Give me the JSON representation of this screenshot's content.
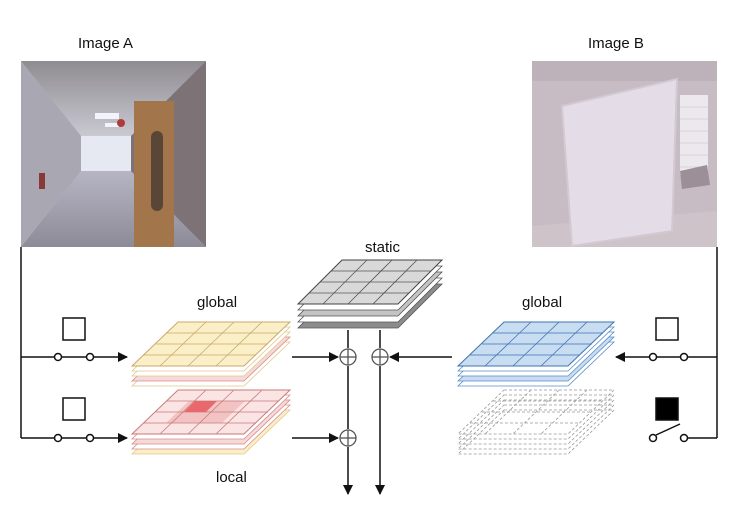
{
  "labels": {
    "image_a": "Image A",
    "image_b": "Image B",
    "static": "static",
    "global_left": "global",
    "global_right": "global",
    "local": "local"
  },
  "colors": {
    "yellow_grid": "#FBEFC8",
    "yellow_edge": "#E2C98A",
    "pink_grid": "#F6D9D9",
    "pink_edge": "#D98C8C",
    "red_cell": "#E8686B",
    "gray_grid": "#D9D9D9",
    "blue_grid": "#C8DCF2",
    "blue_edge": "#5A8FC8",
    "line": "#111111"
  },
  "icons": {
    "switch_closed": "switch-closed-icon",
    "switch_open": "switch-open-icon",
    "checkbox_empty": "empty-square-icon",
    "checkbox_filled": "filled-square-icon",
    "summation": "circled-plus-icon"
  }
}
